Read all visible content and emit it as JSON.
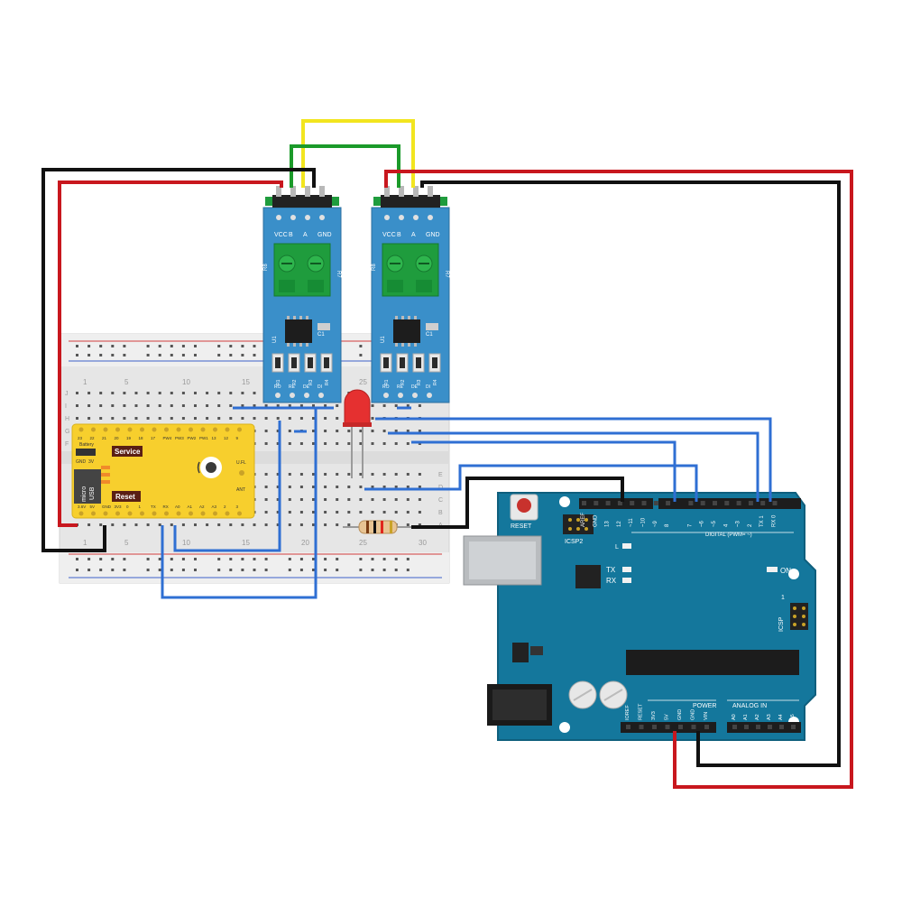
{
  "colors": {
    "wire_red": "#c8171e",
    "wire_black": "#111111",
    "wire_blue": "#2f6fd3",
    "wire_green": "#1b9a2a",
    "wire_yellow": "#f2e51f",
    "breadboard": "#e9e9e9",
    "rail_red": "#d23c3c",
    "rail_blue": "#3c62c8",
    "rs485_board": "#3a8fc9",
    "terminal_green": "#1f9c3d",
    "controller_board": "#f7cf2d",
    "arduino_board": "#14779c",
    "led_red": "#e53030"
  },
  "rs485_module": {
    "pins": [
      "VCC",
      "B",
      "A",
      "GND"
    ],
    "bottom_pins": [
      "RO",
      "RE",
      "DE",
      "DI"
    ],
    "resistors": [
      "R1",
      "R2",
      "R3",
      "R4"
    ],
    "side_labels": [
      "R8",
      "R7",
      "U1",
      "C1"
    ]
  },
  "breadboard": {
    "column_labels": [
      "1",
      "5",
      "10",
      "15",
      "20",
      "25",
      "30"
    ],
    "row_labels": [
      "J",
      "I",
      "H",
      "G",
      "F",
      "E",
      "D",
      "C",
      "B",
      "A"
    ]
  },
  "controller": {
    "battery_label": "Battery",
    "battery_pins": [
      "GND",
      "3V"
    ],
    "service_label": "Service",
    "reset_label": "Reset",
    "usb_label_1": "micro",
    "usb_label_2": "USB",
    "top_pins": [
      "23",
      "22",
      "21",
      "20",
      "19",
      "18",
      "17",
      "PW4",
      "PW3",
      "PW2",
      "PW1",
      "13",
      "12",
      "9"
    ],
    "bottom_pins": [
      "3.6V",
      "5V",
      "GND",
      "3V3",
      "0",
      "1",
      "TX",
      "RX",
      "A0",
      "A1",
      "A2",
      "A3",
      "2",
      "3"
    ],
    "side_labels": [
      "U.FL",
      "ANT"
    ]
  },
  "arduino": {
    "reset_label": "RESET",
    "icsp2_label": "ICSP2",
    "icsp_label": "ICSP",
    "digital_header": [
      "AREF",
      "GND",
      "13",
      "12",
      "~11",
      "~10",
      "~9",
      "8",
      "7",
      "~6",
      "~5",
      "4",
      "~3",
      "2",
      "TX 1",
      "RX 0"
    ],
    "digital_label": "DIGITAL (PWM= ~)",
    "l_label": "L",
    "tx_label": "TX",
    "rx_label": "RX",
    "on_label": "ON",
    "icsp_pin_1": "1",
    "power_header": [
      "IOREF",
      "RESET",
      "3V3",
      "5V",
      "GND",
      "GND",
      "VIN"
    ],
    "power_label": "POWER",
    "analog_header": [
      "A0",
      "A1",
      "A2",
      "A3",
      "A4",
      "A5"
    ],
    "analog_label": "ANALOG IN"
  }
}
